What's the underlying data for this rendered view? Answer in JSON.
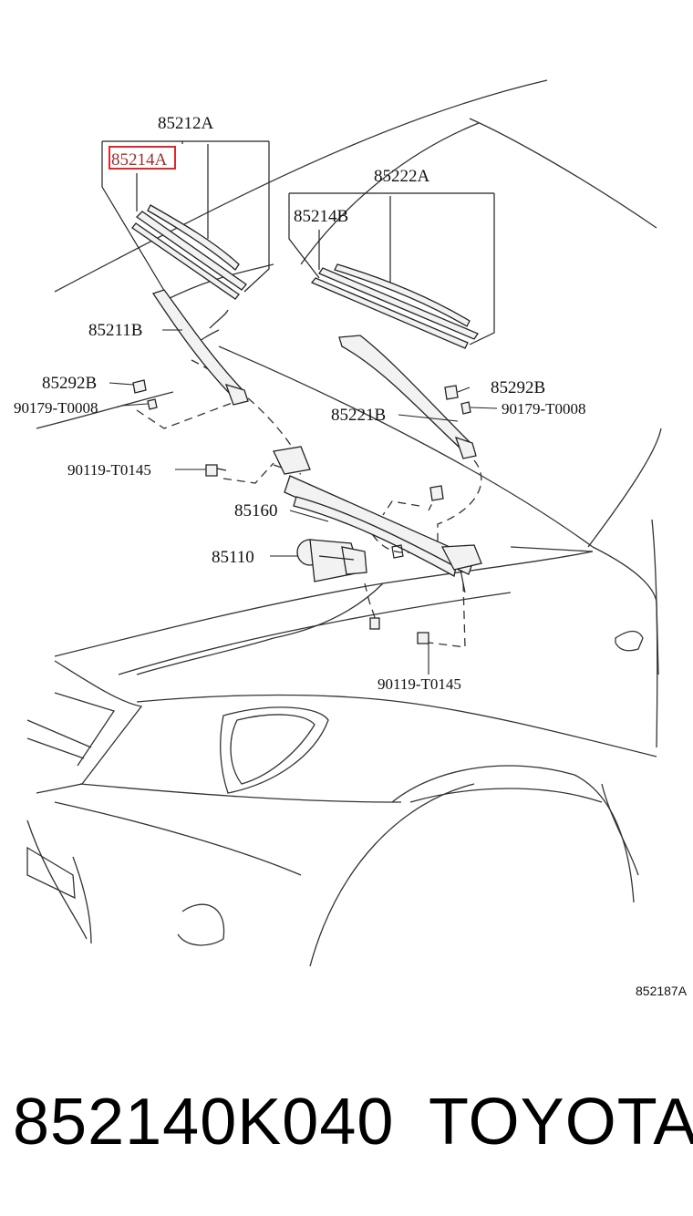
{
  "diagram": {
    "labels": {
      "blade_assembly_left": "85212A",
      "blade_rubber_left": "85214A",
      "blade_assembly_right": "85222A",
      "blade_rubber_right": "85214B",
      "arm_left": "85211B",
      "cap_left": "85292B",
      "nut_left": "90179-T0008",
      "bolt_upper": "90119-T0145",
      "arm_right": "85221B",
      "cap_right": "85292B",
      "nut_right": "90179-T0008",
      "link": "85160",
      "motor": "85110",
      "bolt_lower": "90119-T0145",
      "figure_ref": "852187A"
    },
    "highlight_color": "#e3262b"
  },
  "caption": {
    "part_number": "852140K040",
    "brand": "TOYOTA"
  }
}
